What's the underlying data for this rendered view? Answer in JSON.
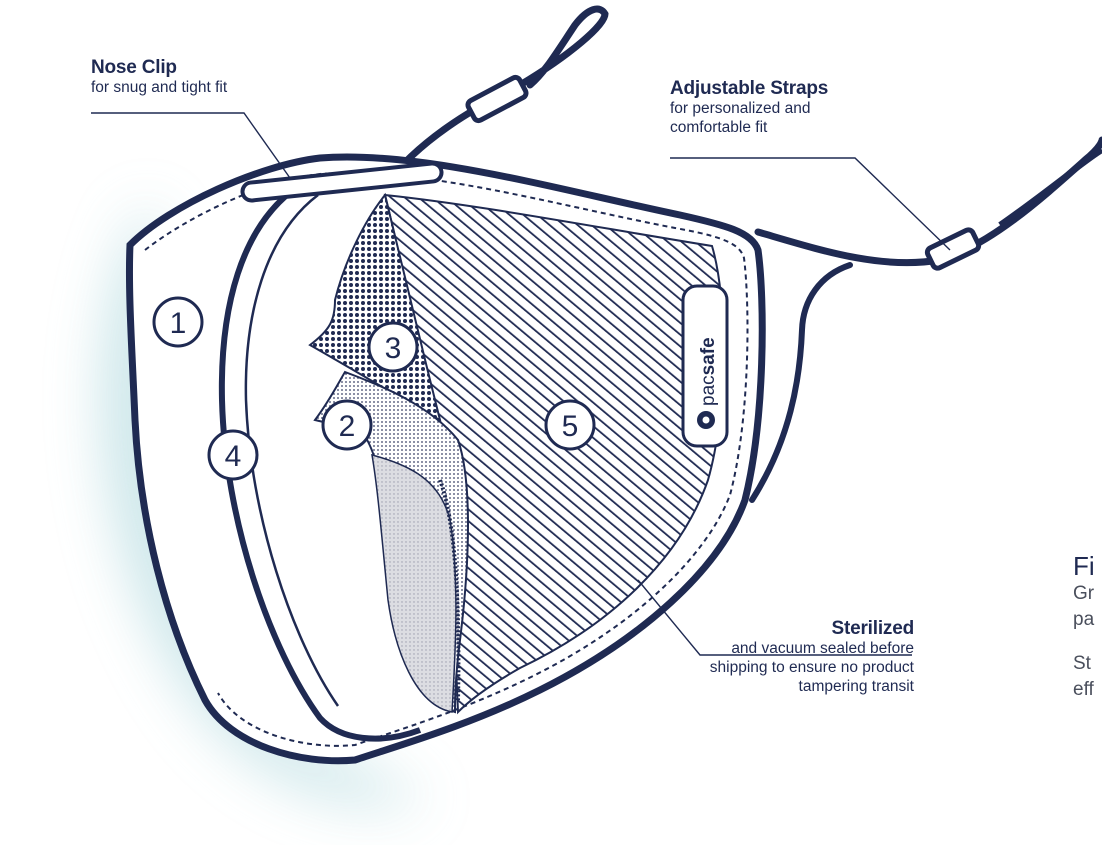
{
  "callouts": {
    "nose_clip": {
      "title": "Nose Clip",
      "desc": [
        "for snug and tight fit"
      ]
    },
    "straps": {
      "title": "Adjustable Straps",
      "desc": [
        "for personalized and",
        "comfortable fit"
      ]
    },
    "sterilized": {
      "title": "Sterilized",
      "desc": [
        "and vacuum sealed before",
        "shipping to ensure no product",
        "tampering transit"
      ]
    }
  },
  "layers": {
    "one": "1",
    "two": "2",
    "three": "3",
    "four": "4",
    "five": "5"
  },
  "brand": {
    "prefix": "pac",
    "suffix": "safe"
  },
  "side_panel": {
    "heading": "Fi",
    "lines": [
      "Gr",
      "pa",
      "St",
      "eff"
    ]
  },
  "colors": {
    "navy": "#1f2a52",
    "glow": "#cfe6e9",
    "fabric": "#ffffff"
  }
}
